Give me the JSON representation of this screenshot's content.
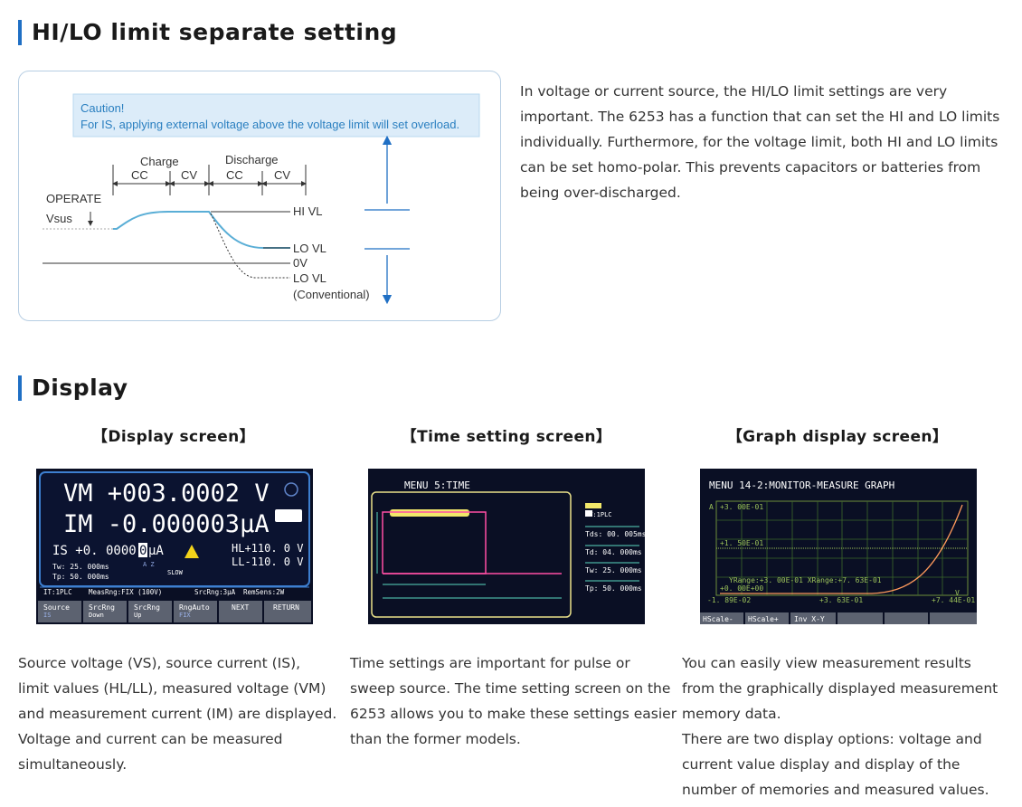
{
  "section1": {
    "title": "HI/LO limit separate setting",
    "paragraph": [
      "In voltage or current source, the HI/LO limit settings are very",
      "important. The 6253 has a function that can set the HI and LO limits",
      "individually. Furthermore, for the voltage limit, both HI and LO limits",
      "can be set homo-polar. This prevents capacitors or batteries from",
      "being over-discharged."
    ],
    "diagram": {
      "caution_title": "Caution!",
      "caution_text": "For IS, applying external voltage above the voltage limit will set overload.",
      "charge": "Charge",
      "discharge": "Discharge",
      "cc1": "CC",
      "cv1": "CV",
      "cc2": "CC",
      "cv2": "CV",
      "operate": "OPERATE",
      "vsus": "Vsus",
      "hivl": "HI VL",
      "lovl": "LO VL",
      "zero": "0V",
      "lovl_conv": "LO VL",
      "conventional": "(Conventional)",
      "colors": {
        "curve": "#5aaed6",
        "caution_bg": "#dcecf9",
        "caution_text": "#2a7fc0",
        "arrow": "#1f6fc4"
      }
    }
  },
  "section2": {
    "title": "Display",
    "columns": [
      {
        "caption": "【Display screen】",
        "text": [
          "Source voltage (VS), source current (IS),",
          "limit values (HL/LL), measured voltage (VM)",
          "and measurement current (IM) are displayed.",
          "Voltage and current can be measured",
          "simultaneously."
        ],
        "screen": {
          "vm": "VM +003.0002 V",
          "im": "IM -0.000003μA",
          "is": "IS +0. 0000",
          "is_cursor": "0",
          "is_unit": "μA",
          "hl": "HL+110. 0 V",
          "ll": "LL-110. 0 V",
          "tw": "Tw: 25. 000ms",
          "tp": "Tp: 50. 000ms",
          "az": "A Z",
          "slow": "SLOW",
          "status": [
            "IT:1PLC",
            "MeasRng:FIX (100V)",
            "SrcRng:3μA",
            "RemSens:2W"
          ],
          "softkeys": [
            {
              "top": "Source",
              "bottom": "IS"
            },
            {
              "top": "SrcRng",
              "bottom": "Down"
            },
            {
              "top": "SrcRng",
              "bottom": "Up"
            },
            {
              "top": "RngAuto",
              "bottom": "FIX"
            },
            {
              "top": "NEXT",
              "bottom": ""
            },
            {
              "top": "RETURN",
              "bottom": ""
            }
          ]
        }
      },
      {
        "caption": "【Time setting screen】",
        "text": [
          "Time settings are important for pulse or",
          "sweep source. The time setting screen on the",
          "6253 allows you to make these settings easier",
          "than the former models."
        ],
        "screen": {
          "title": "MENU 5:TIME",
          "it": "IT:1PLC",
          "tds": "Tds: 00. 005ms",
          "td": "Td: 04. 000ms",
          "tw": "Tw: 25. 000ms",
          "tp": "Tp: 50. 000ms"
        }
      },
      {
        "caption": "【Graph display screen】",
        "text": [
          "You can easily view measurement results",
          "from the graphically displayed measurement",
          "memory data.",
          "There are two display options: voltage and",
          "current value display and display of the",
          "number of memories and measured values."
        ],
        "screen": {
          "title": "MENU 14-2:MONITOR-MEASURE GRAPH",
          "a_label": "A",
          "y_top": "+3. 00E-01",
          "y_mid": "+1. 50E-01",
          "yrange": "YRange:+3. 00E-01 XRange:+7. 63E-01",
          "y_zero": "+0. 00E+00",
          "x_left": "-1. 89E-02",
          "x_mid": "+3. 63E-01",
          "x_right": "+7. 44E-01",
          "v_label": "V",
          "softkeys": [
            "HScale-",
            "HScale+",
            "Inv X-Y",
            "",
            "",
            ""
          ]
        }
      }
    ]
  }
}
